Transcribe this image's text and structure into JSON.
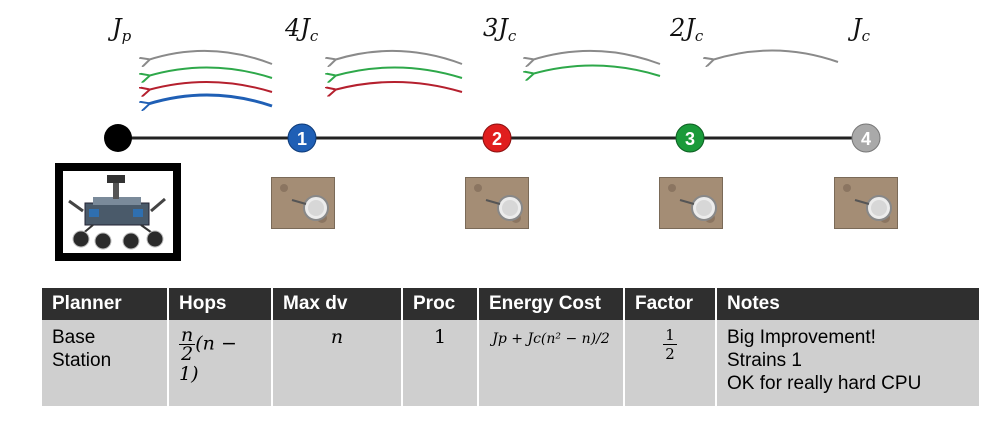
{
  "diagram": {
    "cost_labels": [
      {
        "coef": "",
        "sub": "p"
      },
      {
        "coef": "4",
        "sub": "c"
      },
      {
        "coef": "3",
        "sub": "c"
      },
      {
        "coef": "2",
        "sub": "c"
      },
      {
        "coef": "",
        "sub": "c"
      }
    ],
    "cost_symbol": "J",
    "nodes": [
      {
        "label": "",
        "color": "#000000"
      },
      {
        "label": "1",
        "color": "#1f5fb5"
      },
      {
        "label": "2",
        "color": "#e01e1e"
      },
      {
        "label": "3",
        "color": "#1a9a3a"
      },
      {
        "label": "4",
        "color": "#a9a9a9"
      }
    ],
    "arrow_colors": {
      "gray": "#8a8a8a",
      "green": "#2ea84a",
      "red": "#b5202e",
      "blue": "#1f5fb5"
    }
  },
  "table": {
    "headers": [
      "Planner",
      "Hops",
      "Max dv",
      "Proc",
      "Energy Cost",
      "Factor",
      "Notes"
    ],
    "row": {
      "planner": [
        "Base",
        "Station"
      ],
      "hops_num": "n",
      "hops_den": "2",
      "hops_rest": "(n − 1)",
      "max_dv": "n",
      "proc": "1",
      "energy_cost": "Jp + Jc(n² − n)/2",
      "factor_num": "1",
      "factor_den": "2",
      "notes": [
        "Big Improvement!",
        "Strains 1",
        "OK for really hard CPU"
      ]
    },
    "header_bg": "#2f2f2f",
    "cell_bg": "#cfcfcf"
  }
}
